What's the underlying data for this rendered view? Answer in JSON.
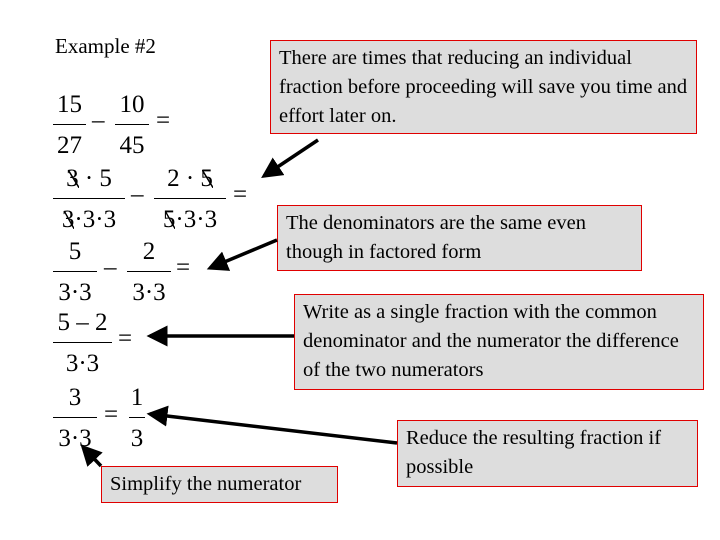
{
  "title": "Example #2",
  "steps": {
    "row1": {
      "f1": {
        "num": "15",
        "den": "27"
      },
      "op": "–",
      "f2": {
        "num": "10",
        "den": "45"
      },
      "eq": "="
    },
    "row2": {
      "f1": {
        "num_cancel": "3",
        "num_rest": "· 5",
        "den_cancel": "3",
        "den_rest": "·3·3"
      },
      "op": "–",
      "f2": {
        "num_pre": "2 · ",
        "num_cancel": "5",
        "den_cancel": "5",
        "den_rest": "·3·3"
      },
      "eq": "="
    },
    "row3": {
      "f1": {
        "num": "5",
        "den": "3·3"
      },
      "op": "–",
      "f2": {
        "num": "2",
        "den": "3·3"
      },
      "eq": "="
    },
    "row4": {
      "f1": {
        "num": "5 – 2",
        "den": "3·3"
      },
      "eq": "="
    },
    "row5": {
      "f1": {
        "num": "3",
        "den": "3·3"
      },
      "eq": "=",
      "f2": {
        "num": "1",
        "den": "3"
      }
    }
  },
  "callouts": {
    "reduce_first": "There are times that reducing an individual fraction before proceeding will save you time and effort later on.",
    "same_denominators": "The denominators are the same even though in factored form",
    "single_fraction": "Write as a single fraction with the common denominator and the numerator the difference of the two numerators",
    "reduce_result": "Reduce the resulting fraction if possible",
    "simplify_numerator": "Simplify the numerator"
  },
  "colors": {
    "box_bg": "#dddddd",
    "box_border": "#e00000"
  }
}
